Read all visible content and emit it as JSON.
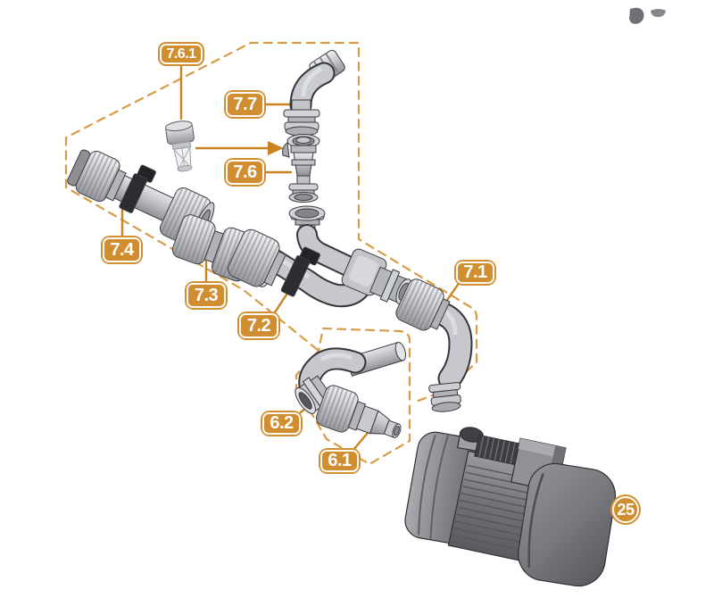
{
  "diagram_title": "exploded-parts-diagram-pump-plumbing",
  "colors": {
    "background": "#ffffff",
    "callout_fill": "#D08E30",
    "callout_text": "#ffffff",
    "dashed_outline": "#D99C44",
    "leader_line": "#C9831F",
    "part_metal_light": "#e2e4e7",
    "part_metal_dark": "#8f9196",
    "pump_body": "#75777c",
    "clamp_black": "#2c2d31"
  },
  "callouts": {
    "c761": {
      "text": "7.6.1"
    },
    "c77": {
      "text": "7.7"
    },
    "c76": {
      "text": "7.6"
    },
    "c74": {
      "text": "7.4"
    },
    "c73": {
      "text": "7.3"
    },
    "c72": {
      "text": "7.2"
    },
    "c71": {
      "text": "7.1"
    },
    "c62": {
      "text": "6.2"
    },
    "c61": {
      "text": "6.1"
    },
    "c25": {
      "text": "25"
    }
  },
  "parts": {
    "7.6.1": "strainer-insert",
    "7.7": "elbow-union-fitting",
    "7.6": "check-valve",
    "7.4": "pipe-union-assembly",
    "7.3": "double-union-coupling",
    "7.2": "manifold-u-pipe-assembly",
    "7.1": "elbow-union-90",
    "6.2": "elbow-pipe-fitting",
    "6.1": "hose-adapter-union",
    "25": "pump-motor-unit"
  },
  "groups": {
    "group7": "dashed-outline-7-series",
    "group6": "dashed-outline-6-series"
  }
}
